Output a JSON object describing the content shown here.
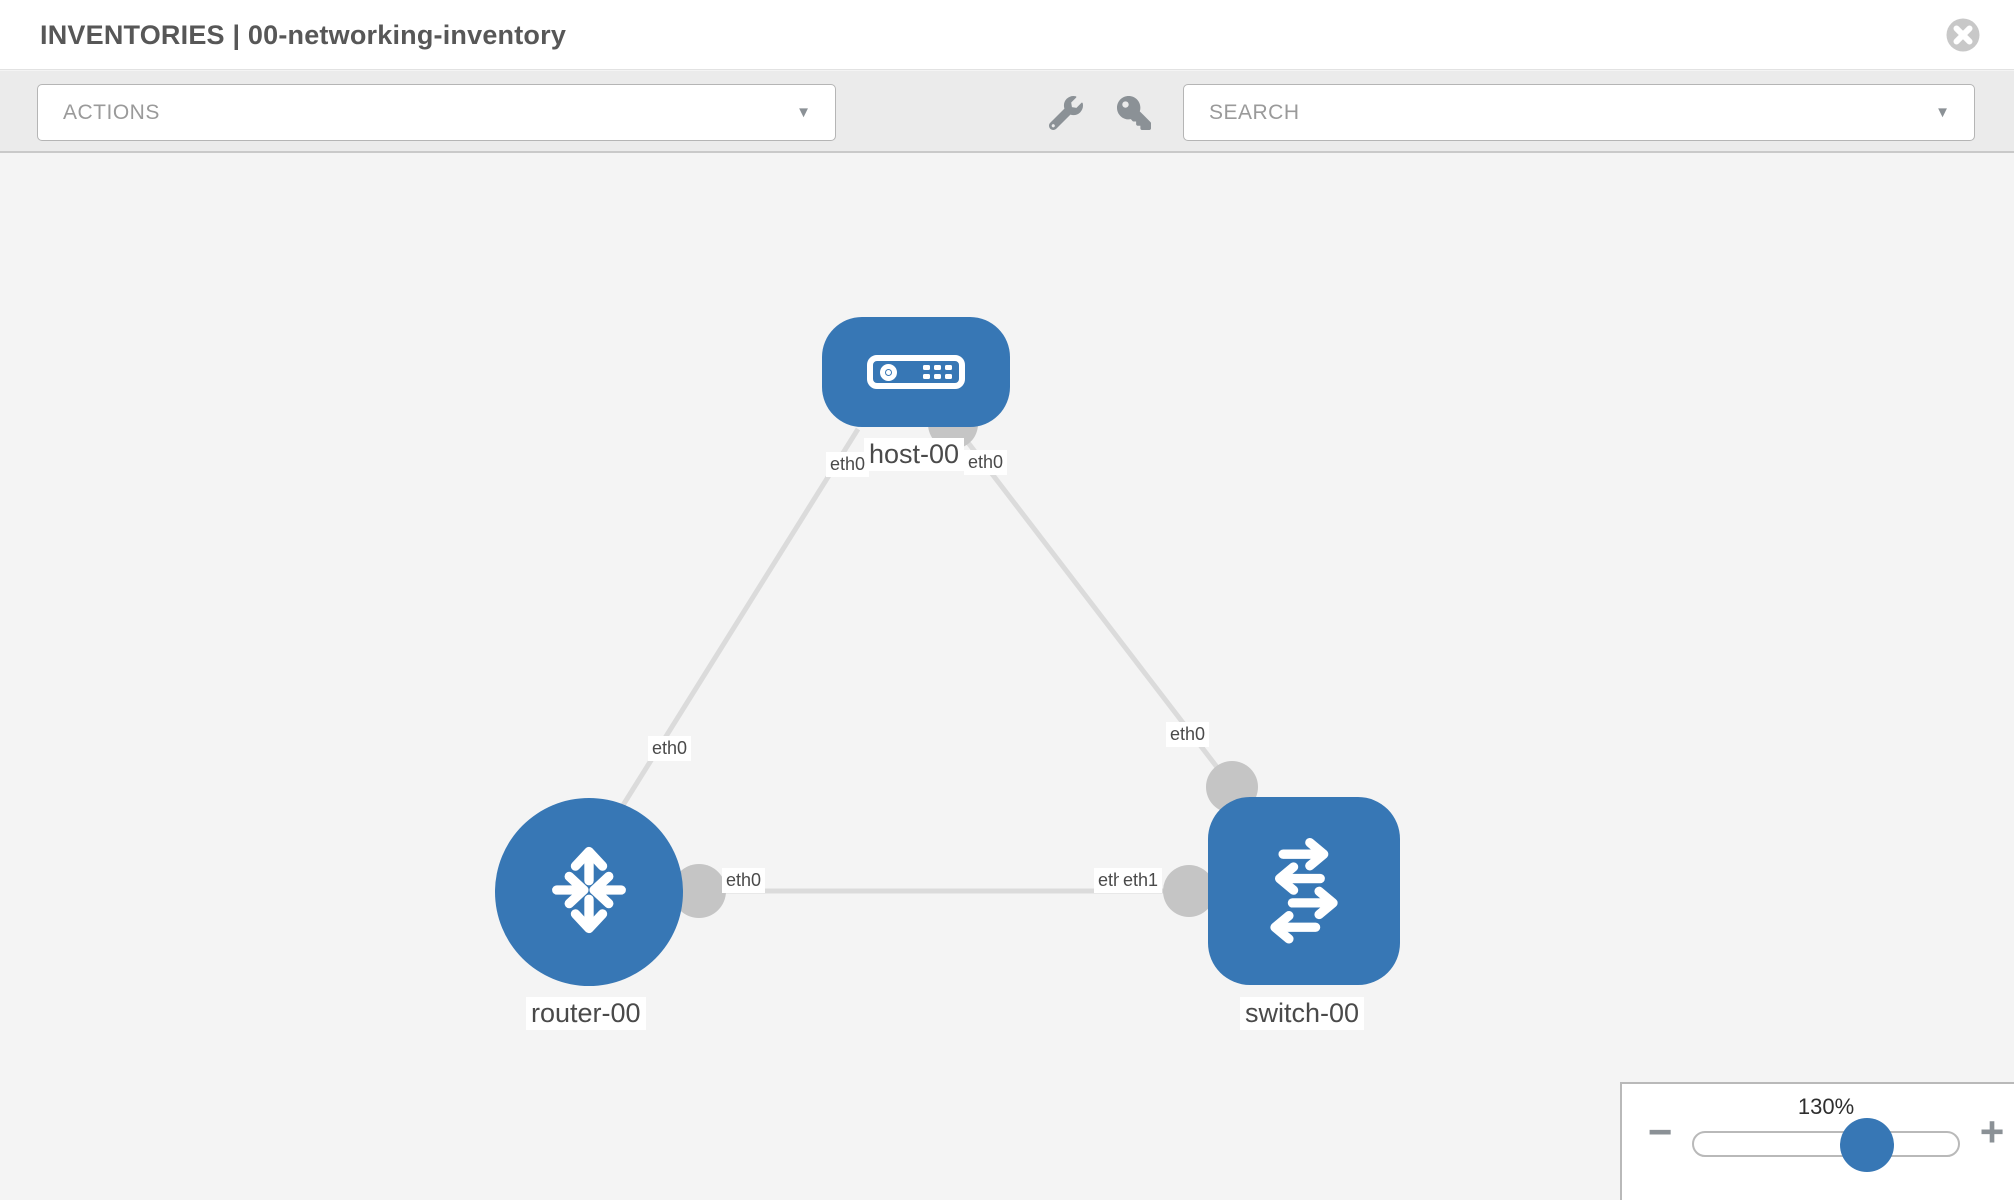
{
  "header": {
    "title": "INVENTORIES | 00-networking-inventory"
  },
  "toolbar": {
    "actions_dropdown": {
      "label": "ACTIONS",
      "caret": "▼"
    },
    "search_dropdown": {
      "placeholder": "SEARCH",
      "caret": "▼"
    },
    "icons": [
      "wrench-icon",
      "key-icon"
    ]
  },
  "topology": {
    "nodes": [
      {
        "id": "host-00",
        "type": "host",
        "label": "host-00"
      },
      {
        "id": "router-00",
        "type": "router",
        "label": "router-00"
      },
      {
        "id": "switch-00",
        "type": "switch",
        "label": "switch-00"
      }
    ],
    "links": [
      {
        "from": "router-00",
        "from_interface": "eth0",
        "to": "host-00",
        "to_interface": "eth0"
      },
      {
        "from": "host-00",
        "from_interface": "eth0",
        "to": "switch-00",
        "to_interface": "eth0"
      },
      {
        "from": "router-00",
        "from_interface": "eth0",
        "to": "switch-00",
        "to_interface": "eth1"
      }
    ]
  },
  "labels": {
    "host": "host-00",
    "router": "router-00",
    "switch": "switch-00",
    "link1_host_iface": "eth0",
    "link1_router_iface": "eth0",
    "link2_host_iface": "eth0",
    "link2_switch_iface": "eth0",
    "link3_router_iface": "eth0",
    "link3_switch_iface_under": "eth0",
    "link3_switch_iface": "eth1"
  },
  "zoom_control": {
    "value": "130%",
    "minus": "−",
    "plus": "+"
  },
  "colors": {
    "node_blue": "#3777b5",
    "link_gray": "#dbdbdb",
    "connector_gray": "#c5c5c5",
    "toolbar_bg": "#ebebeb",
    "canvas_bg": "#f4f4f4"
  }
}
